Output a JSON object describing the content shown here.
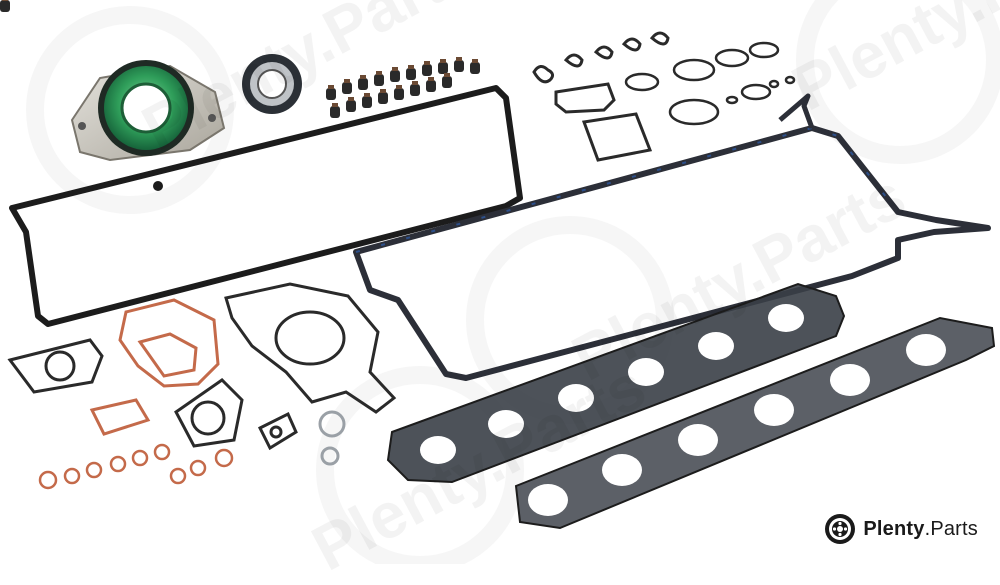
{
  "watermark": {
    "text": "Plenty.Parts"
  },
  "brand": {
    "name_bold": "Plenty",
    "name_rest": ".Parts",
    "icon": "gear-wheel-icon"
  },
  "colors": {
    "gasket_dark": "#2a2a2a",
    "gasket_steel": "#4a4f57",
    "seal_green": "#2f9e5a",
    "seal_dark": "#1e2226",
    "copper": "#c46a4a",
    "gasket_blue": "#2c4f8a",
    "oring_gray": "#9aa0a6"
  }
}
